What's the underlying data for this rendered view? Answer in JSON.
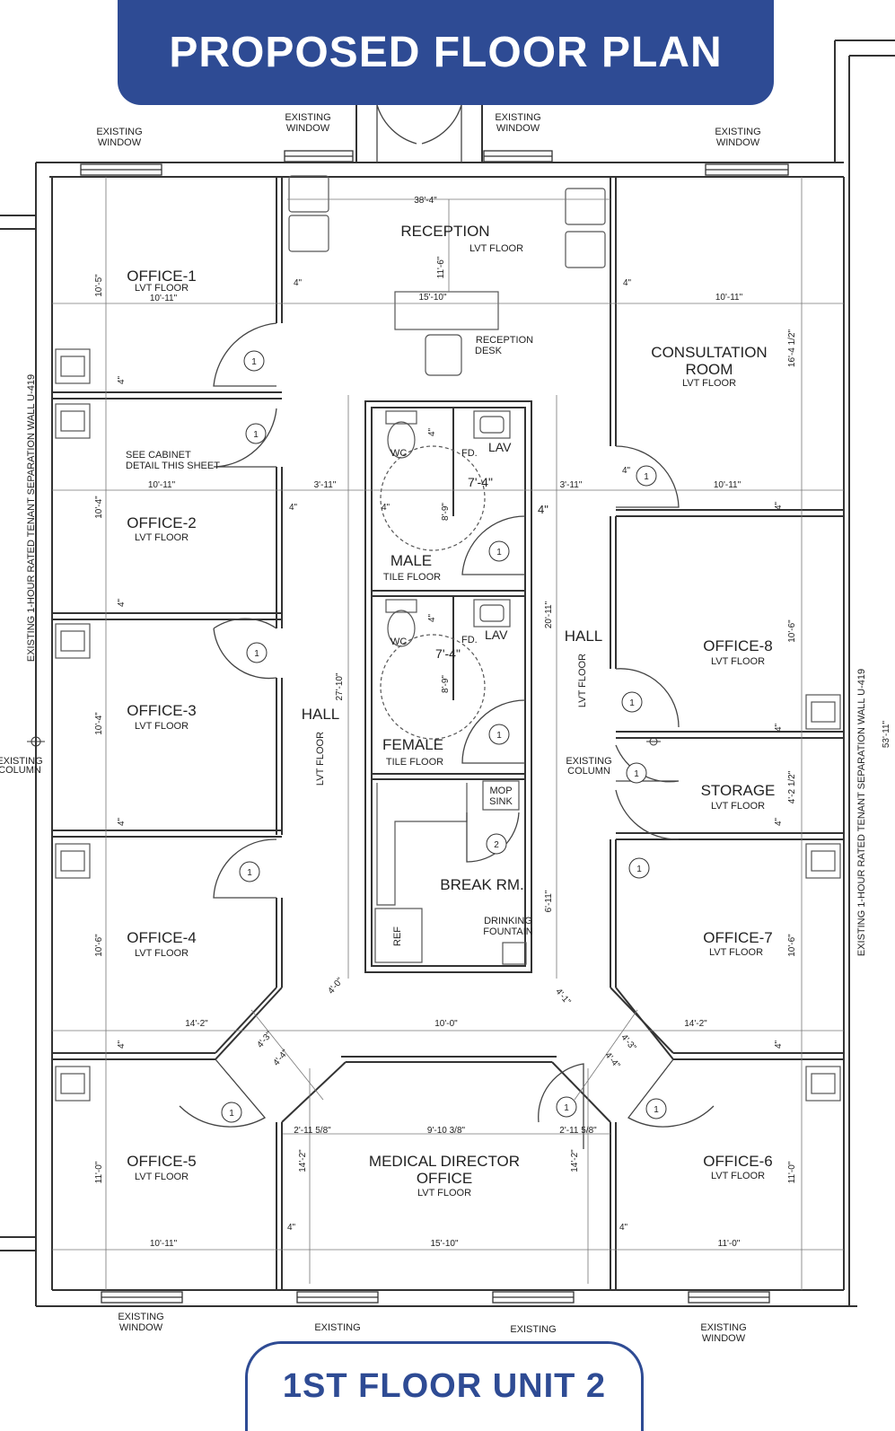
{
  "header": {
    "title": "PROPOSED FLOOR PLAN"
  },
  "footer": {
    "title": "1ST FLOOR UNIT 2"
  },
  "rooms": {
    "reception": {
      "name": "RECEPTION",
      "floor": "LVT FLOOR"
    },
    "reception_desk": {
      "line1": "RECEPTION",
      "line2": "DESK"
    },
    "office1": {
      "name": "OFFICE-1",
      "floor": "LVT FLOOR",
      "dim": "10'-11\""
    },
    "consultation": {
      "line1": "CONSULTATION",
      "line2": "ROOM",
      "floor": "LVT FLOOR"
    },
    "office2": {
      "name": "OFFICE-2",
      "floor": "LVT FLOOR"
    },
    "male": {
      "name": "MALE",
      "floor": "TILE FLOOR"
    },
    "female": {
      "name": "FEMALE",
      "floor": "TILE FLOOR"
    },
    "office3": {
      "name": "OFFICE-3",
      "floor": "LVT FLOOR"
    },
    "office8": {
      "name": "OFFICE-8",
      "floor": "LVT FLOOR"
    },
    "storage": {
      "name": "STORAGE",
      "floor": "LVT FLOOR"
    },
    "break_rm": {
      "name": "BREAK RM."
    },
    "office4": {
      "name": "OFFICE-4",
      "floor": "LVT FLOOR"
    },
    "office7": {
      "name": "OFFICE-7",
      "floor": "LVT FLOOR"
    },
    "office5": {
      "name": "OFFICE-5",
      "floor": "LVT FLOOR"
    },
    "office6": {
      "name": "OFFICE-6",
      "floor": "LVT FLOOR"
    },
    "medical_director": {
      "line1": "MEDICAL DIRECTOR",
      "line2": "OFFICE",
      "floor": "LVT FLOOR"
    }
  },
  "halls": {
    "left": {
      "name": "HALL",
      "floor": "LVT FLOOR"
    },
    "right": {
      "name": "HALL",
      "floor": "LVT FLOOR"
    }
  },
  "fixtures": {
    "wc": "WC",
    "lav": "LAV",
    "fd": "FD.",
    "mop_line1": "MOP",
    "mop_line2": "SINK",
    "ref": "REF",
    "drinking_line1": "DRINKING",
    "drinking_line2": "FOUNTAIN",
    "cabinet_line1": "SEE CABINET",
    "cabinet_line2": "DETAIL THIS SHEET"
  },
  "windows": {
    "line1": "EXISTING",
    "line2": "WINDOW"
  },
  "walls": {
    "left_tenant": "EXISTING 1-HOUR RATED TENANT SEPARATION WALL U-419",
    "right_tenant": "EXISTING 1-HOUR RATED TENANT SEPARATION WALL U-419",
    "column_line1": "EXISTING",
    "column_line2": "COLUMN"
  },
  "dimensions": {
    "reception_width": "38'-4\"",
    "reception_depth": "11'-6\"",
    "desk": "15'-10\"",
    "office1_depth": "10'-5\"",
    "consult_width": "10'-11\"",
    "consult_depth": "16'-4 1/2\"",
    "office2_width": "10'-11\"",
    "office2_depth": "10'-4\"",
    "hall_left": "3'-11\"",
    "hall_right": "3'-11\"",
    "restroom_width": "7'-4\"",
    "restroom_depth": "8'-9\"",
    "office8_width": "10'-11\"",
    "office8_depth": "10'-6\"",
    "hall_length": "27'-10\"",
    "core_length": "20'-11\"",
    "office3_depth": "10'-4\"",
    "storage_depth": "4'-2 1/2\"",
    "break_depth": "6'-11\"",
    "office4_depth": "10'-6\"",
    "office7_depth": "10'-6\"",
    "office4_width": "14'-2\"",
    "office7_width": "14'-2\"",
    "lobby_width": "10'-0\"",
    "office5_depth": "11'-0\"",
    "office6_depth": "11'-0\"",
    "office5_width": "10'-11\"",
    "med_width": "15'-10\"",
    "office6_width": "11'-0\"",
    "med_inner": "9'-10 3/8\"",
    "med_side_left": "2'-11 5/8\"",
    "med_side_right": "2'-11 5/8\"",
    "med_depth_left": "14'-2\"",
    "med_depth_right": "14'-2\"",
    "diag_a": "4'-0\"",
    "diag_b": "4'-3\"",
    "diag_c": "4'-4\"",
    "diag_d": "4'-1\"",
    "diag_e": "4'-3\"",
    "diag_f": "4'-4\"",
    "right_wall": "53'-11\"",
    "four_inch": "4\""
  },
  "door_tags": {
    "one": "1",
    "two": "2"
  }
}
